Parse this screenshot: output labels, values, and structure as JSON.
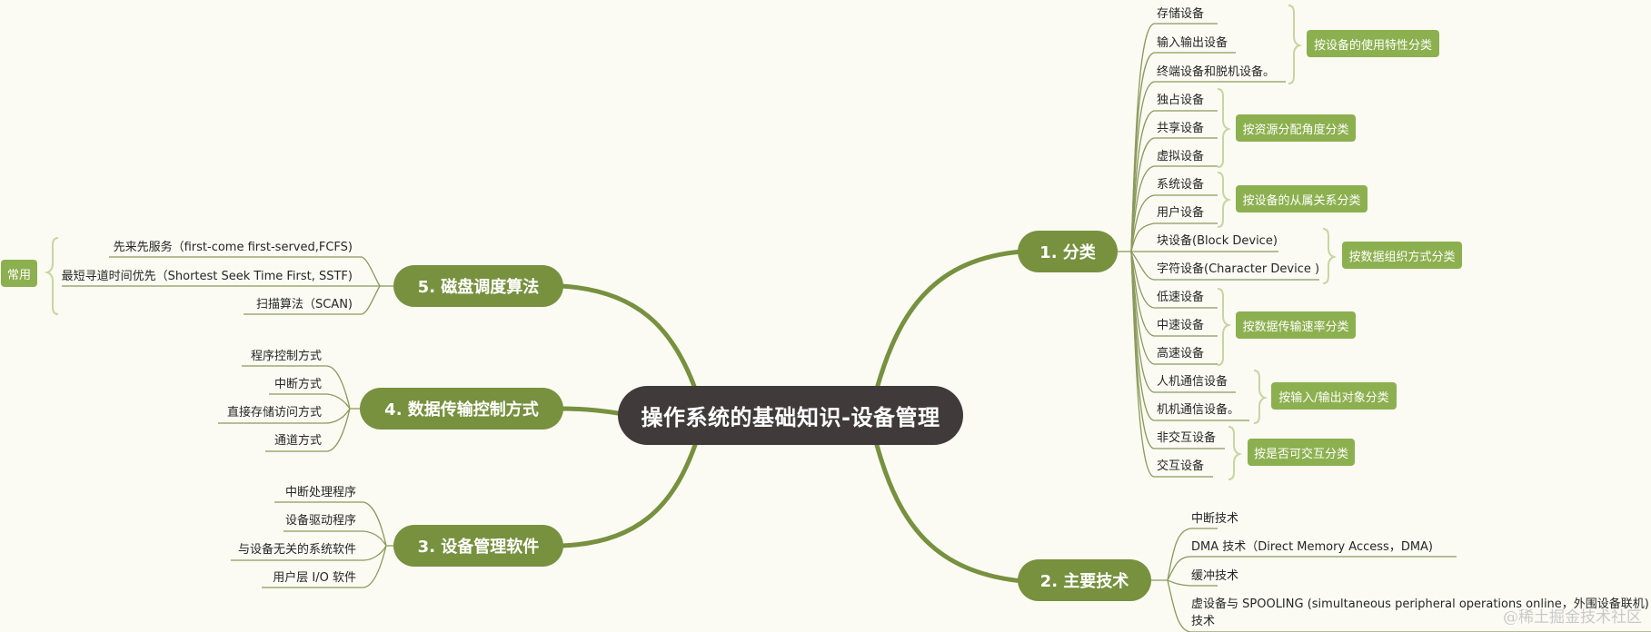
{
  "root": {
    "label": "操作系统的基础知识-设备管理"
  },
  "branches": {
    "classification": {
      "label": "1. 分类",
      "items": [
        "存储设备",
        "输入输出设备",
        "终端设备和脱机设备。",
        "独占设备",
        "共享设备",
        "虚拟设备",
        "系统设备",
        "用户设备",
        "块设备(Block Device)",
        "字符设备(Character Device )",
        "低速设备",
        "中速设备",
        "高速设备",
        "人机通信设备",
        "机机通信设备。",
        "非交互设备",
        "交互设备"
      ],
      "groups": [
        "按设备的使用特性分类",
        "按资源分配角度分类",
        "按设备的从属关系分类",
        "按数据组织方式分类",
        "按数据传输速率分类",
        "按输入/输出对象分类",
        "按是否可交互分类"
      ]
    },
    "techniques": {
      "label": "2. 主要技术",
      "items": [
        "中断技术",
        "DMA 技术（Direct Memory Access，DMA)",
        "缓冲技术",
        "虚设备与 SPOOLING (simultaneous peripheral operations online，外围设备联机)",
        "技术"
      ]
    },
    "software": {
      "label": "3. 设备管理软件",
      "items": [
        "中断处理程序",
        "设备驱动程序",
        "与设备无关的系统软件",
        "用户层 I/O 软件"
      ]
    },
    "transfer": {
      "label": "4. 数据传输控制方式",
      "items": [
        "程序控制方式",
        "中断方式",
        "直接存储访问方式",
        "通道方式"
      ]
    },
    "disk": {
      "label": "5. 磁盘调度算法",
      "items": [
        "先来先服务（first-come first-served,FCFS)",
        "最短寻道时间优先（Shortest Seek Time First, SSTF)",
        "扫描算法（SCAN)"
      ],
      "group": "常用"
    }
  },
  "colors": {
    "background": "#fbfbf4",
    "root_fill": "#403a3b",
    "branch_fill": "#77913f",
    "tag_fill": "#8cb04f",
    "connector": "#77913f",
    "leaf_line": "#8a9a5b",
    "brace": "#c6d6a0"
  },
  "watermark": "@稀土掘金技术社区"
}
